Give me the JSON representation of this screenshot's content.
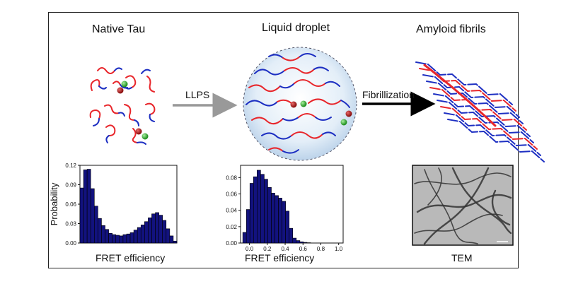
{
  "panels": {
    "native": {
      "title": "Native Tau"
    },
    "droplet": {
      "title": "Liquid droplet"
    },
    "fibrils": {
      "title": "Amyloid fibrils"
    }
  },
  "arrows": {
    "llps": "LLPS",
    "fibrillization": "Fibrillization"
  },
  "captions": {
    "left_chart": "FRET efficiency",
    "middle_chart": "FRET efficiency",
    "tem": "TEM"
  },
  "colors": {
    "chain_red": "#e8262b",
    "chain_blue": "#1d2fc2",
    "dye_red": "#b21a1a",
    "dye_green": "#3cc43c",
    "bar_fill": "#12127e",
    "droplet_fill": "#d9e8f6"
  },
  "chart_data": [
    {
      "type": "bar",
      "ylabel": "Probability",
      "xlabel": "FRET efficiency",
      "ylim": [
        0,
        0.12
      ],
      "yticks": [
        "0.00",
        "0.03",
        "0.06",
        "0.09",
        "0.12"
      ],
      "xticks": [],
      "values": [
        0.085,
        0.113,
        0.114,
        0.084,
        0.057,
        0.038,
        0.027,
        0.021,
        0.015,
        0.013,
        0.012,
        0.011,
        0.013,
        0.014,
        0.016,
        0.02,
        0.024,
        0.028,
        0.033,
        0.039,
        0.045,
        0.047,
        0.043,
        0.035,
        0.022,
        0.011,
        0.003
      ]
    },
    {
      "type": "bar",
      "xlabel": "FRET efficiency",
      "ylim": [
        0,
        0.095
      ],
      "yticks": [
        "0.00",
        "0.02",
        "0.04",
        "0.06",
        "0.08"
      ],
      "xticks": [
        "0.0",
        "0.2",
        "0.4",
        "0.6",
        "0.8",
        "1.0"
      ],
      "xlim": [
        -0.1,
        1.05
      ],
      "bin_start": -0.075,
      "bin_width": 0.04,
      "values": [
        0.013,
        0.041,
        0.073,
        0.081,
        0.089,
        0.084,
        0.078,
        0.068,
        0.061,
        0.058,
        0.055,
        0.051,
        0.039,
        0.018,
        0.006,
        0.003,
        0.0015,
        0.0008,
        0.0004
      ]
    }
  ]
}
